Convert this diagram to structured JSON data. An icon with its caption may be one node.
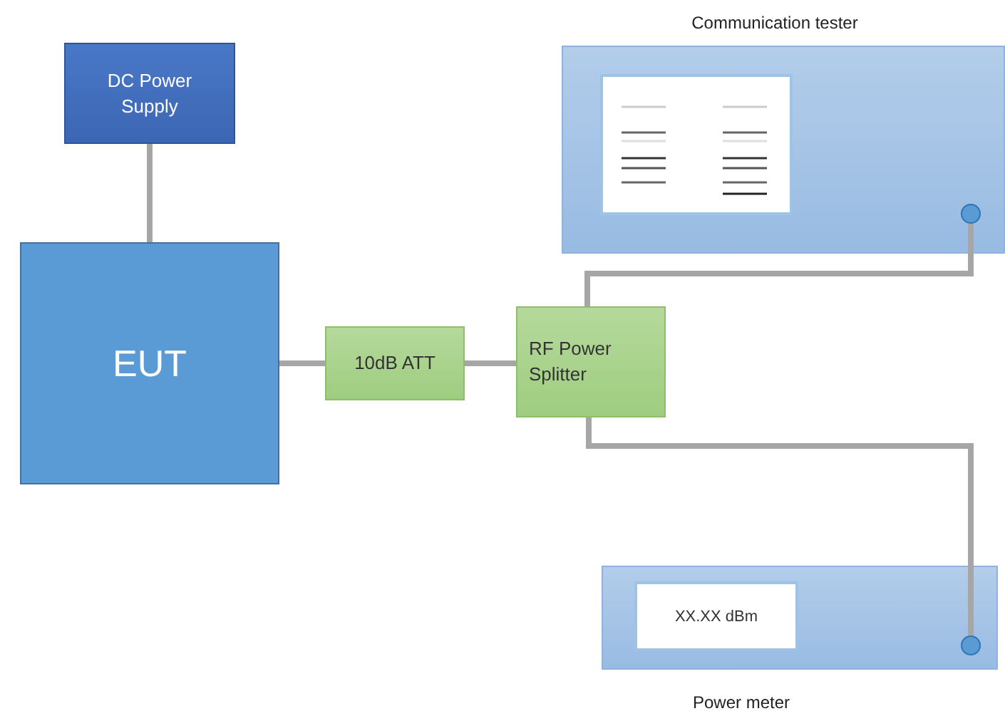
{
  "diagram": {
    "nodes": [
      {
        "text": [
          "DC Power Supply"
        ]
      },
      {
        "text": [
          "EUT"
        ]
      },
      {
        "text": [
          "10dB ATT"
        ]
      },
      {
        "text": [
          "RF Power Splitter"
        ]
      },
      {
        "text": [
          "Communication tester"
        ]
      },
      {
        "text": [],
        "shape": "circle",
        "in": 4
      },
      {
        "text": [
          "Power meter"
        ]
      },
      {
        "text": [
          "XX.XX dBm"
        ],
        "in": 6
      },
      {
        "text": [],
        "shape": "circle",
        "in": 6
      }
    ],
    "edges": [
      {
        "from": 0,
        "to": 1,
        "arrow": "none"
      },
      {
        "from": 1,
        "to": 2,
        "arrow": "none"
      },
      {
        "from": 2,
        "to": 3,
        "arrow": "none"
      },
      {
        "from": 3,
        "to": 5,
        "arrow": "none"
      },
      {
        "from": 3,
        "to": 8,
        "arrow": "none"
      }
    ]
  }
}
